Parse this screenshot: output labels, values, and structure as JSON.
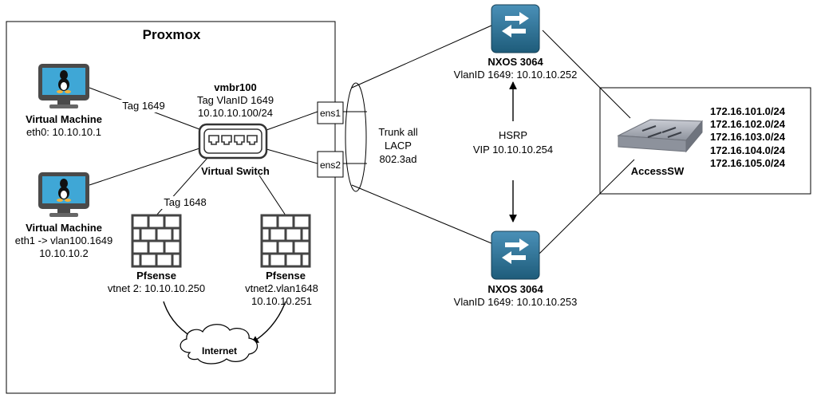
{
  "proxmox": {
    "title": "Proxmox"
  },
  "vm1": {
    "name": "Virtual Machine",
    "iface": "eth0: 10.10.10.1"
  },
  "vm2": {
    "name": "Virtual Machine",
    "iface": "eth1 -> vlan100.1649",
    "ip": "10.10.10.2"
  },
  "vswitch": {
    "name": "vmbr100",
    "tag": "Tag VlanID 1649",
    "ip": "10.10.10.100/24",
    "label": "Virtual Switch"
  },
  "edges": {
    "tag1649": "Tag 1649",
    "tag1648": "Tag 1648"
  },
  "pfsense1": {
    "name": "Pfsense",
    "iface": "vtnet 2: 10.10.10.250"
  },
  "pfsense2": {
    "name": "Pfsense",
    "iface": "vtnet2.vlan1648",
    "ip": "10.10.10.251"
  },
  "internet": {
    "label": "Internet"
  },
  "ports": {
    "ens1": "ens1",
    "ens2": "ens2"
  },
  "trunk": {
    "line1": "Trunk all",
    "line2": "LACP",
    "line3": "802.3ad"
  },
  "nxos1": {
    "name": "NXOS 3064",
    "vlan": "VlanID 1649: 10.10.10.252"
  },
  "nxos2": {
    "name": "NXOS 3064",
    "vlan": "VlanID 1649: 10.10.10.253"
  },
  "hsrp": {
    "label": "HSRP",
    "vip": "VIP 10.10.10.254"
  },
  "access": {
    "label": "AccessSW",
    "subnets": [
      "172.16.101.0/24",
      "172.16.102.0/24",
      "172.16.103.0/24",
      "172.16.104.0/24",
      "172.16.105.0/24"
    ]
  },
  "colors": {
    "switch_blue": "#1e5c7a",
    "monitor_screen": "#3fa7d6",
    "monitor_body": "#4a4a4a",
    "firewall": "#444444"
  }
}
